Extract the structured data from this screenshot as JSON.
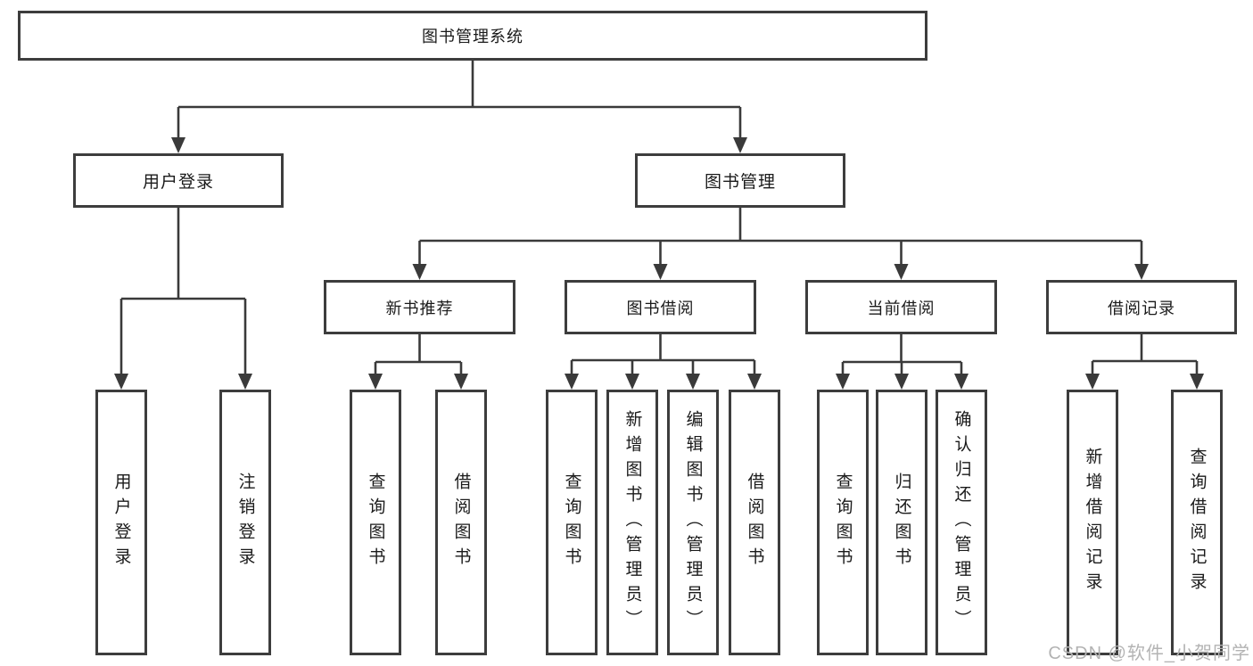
{
  "nodes": {
    "root": "图书管理系统",
    "login_group": "用户登录",
    "book_mgmt": "图书管理",
    "new_book_rec": "新书推荐",
    "book_borrowing": "图书借阅",
    "current_borrowing": "当前借阅",
    "borrowing_records": "借阅记录",
    "leaf_user_login": "用户登录",
    "leaf_logout": "注销登录",
    "leaf_rec_query_books": "查询图书",
    "leaf_rec_borrow_books": "借阅图书",
    "leaf_bb_query_books": "查询图书",
    "leaf_bb_add_books": "新增图书（管理员）",
    "leaf_bb_edit_books": "编辑图书（管理员）",
    "leaf_bb_borrow_books": "借阅图书",
    "leaf_cb_query_books": "查询图书",
    "leaf_cb_return_books": "归还图书",
    "leaf_cb_confirm_return": "确认归还（管理员）",
    "leaf_br_add_record": "新增借阅记录",
    "leaf_br_query_record": "查询借阅记录"
  },
  "watermark": "CSDN @软件_小贺同学",
  "colors": {
    "line": "#3a3a3a",
    "box_border": "#3d3d3d",
    "box_fill": "#ffffff",
    "text": "#1a1a1a",
    "watermark": "#b3b3b3",
    "background": "#ffffff"
  }
}
